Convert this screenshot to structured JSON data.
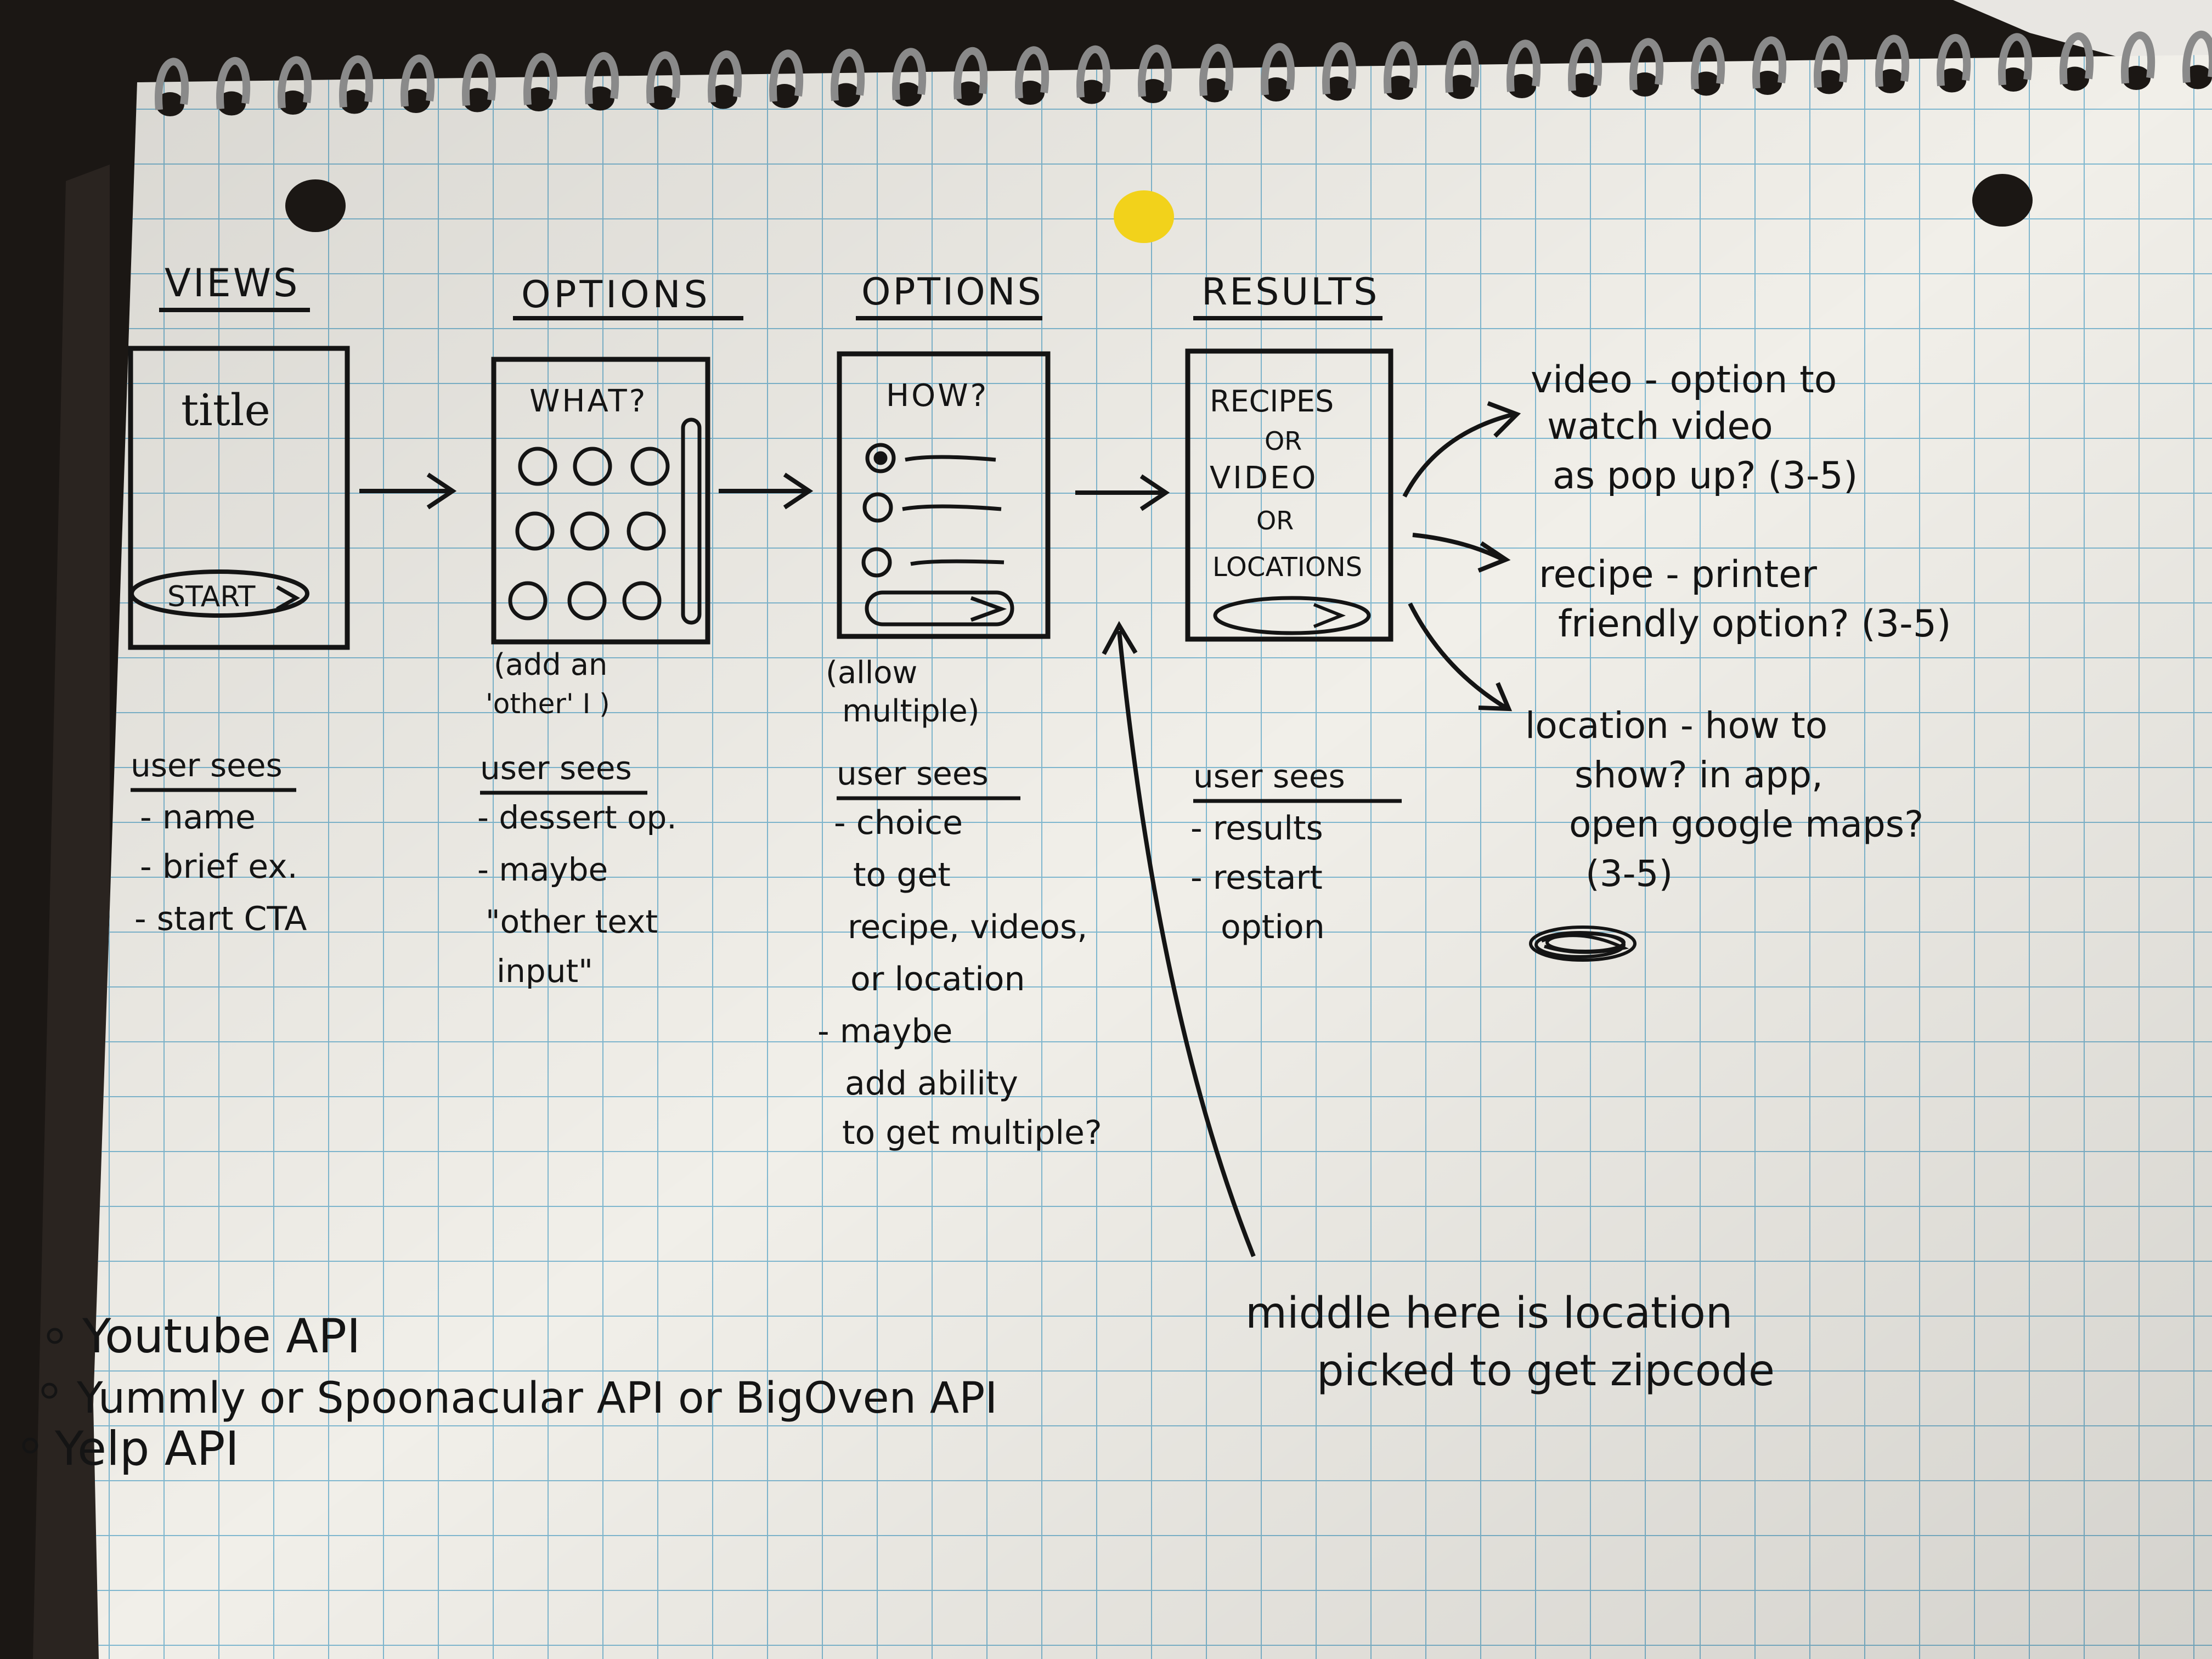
{
  "colors": {
    "paper": "#f1efe9",
    "grid": "#7fb7cf",
    "ink": "#141414",
    "desk": "#1b1714",
    "coil": "#8a8a8a",
    "highlight_dot": "#f2d21b"
  },
  "headers": {
    "views": "VIEWS",
    "options1": "OPTIONS",
    "options2": "OPTIONS",
    "results": "RESULTS"
  },
  "screens": {
    "title_screen": {
      "title": "title",
      "start_button": "START"
    },
    "what_screen": {
      "question": "WHAT?"
    },
    "how_screen": {
      "question": "HOW?"
    },
    "results_screen": {
      "line1": "RECIPES",
      "line2": "OR",
      "line3": "VIDEO",
      "line4": "OR",
      "line5": "LOCATIONS"
    }
  },
  "below_screens": {
    "what_note": [
      "(add an",
      "'other' I )"
    ],
    "how_note": [
      "(allow",
      "multiple)"
    ]
  },
  "user_sees": {
    "col1": {
      "heading": "user sees",
      "items": [
        "- name",
        "- brief ex.",
        "- start CTA"
      ]
    },
    "col2": {
      "heading": "user sees",
      "items": [
        "- dessert op.",
        "- maybe",
        "\"other text",
        "input\""
      ]
    },
    "col3": {
      "heading": "user sees",
      "items": [
        "- choice",
        "to get",
        "recipe, videos,",
        "or location",
        "- maybe",
        "add ability",
        "to get multiple?"
      ]
    },
    "col4": {
      "heading": "user sees",
      "items": [
        "- results",
        "- restart",
        "option"
      ]
    }
  },
  "branch_notes": {
    "video": [
      "video - option to",
      "watch video",
      "as pop up? (3-5)"
    ],
    "recipe": [
      "recipe - printer",
      "friendly option? (3-5)"
    ],
    "location": [
      "location - how to",
      "show? in app,",
      "open google maps?",
      "(3-5)"
    ]
  },
  "middle_note": [
    "middle here is location",
    "picked to get zipcode"
  ],
  "apis": [
    "Youtube API",
    "Yummly or Spoonacular API or BigOven API",
    "Yelp API"
  ]
}
